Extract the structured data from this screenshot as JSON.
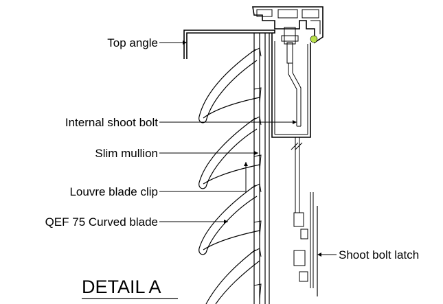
{
  "labels": {
    "top_angle": "Top angle",
    "internal_shoot_bolt": "Internal shoot bolt",
    "slim_mullion": "Slim mullion",
    "louvre_blade_clip": "Louvre blade clip",
    "curved_blade": "QEF 75 Curved blade",
    "shoot_bolt_latch": "Shoot bolt latch"
  },
  "title": "DETAIL A",
  "colors": {
    "line": "#000000",
    "marker": "#b8e04a"
  }
}
